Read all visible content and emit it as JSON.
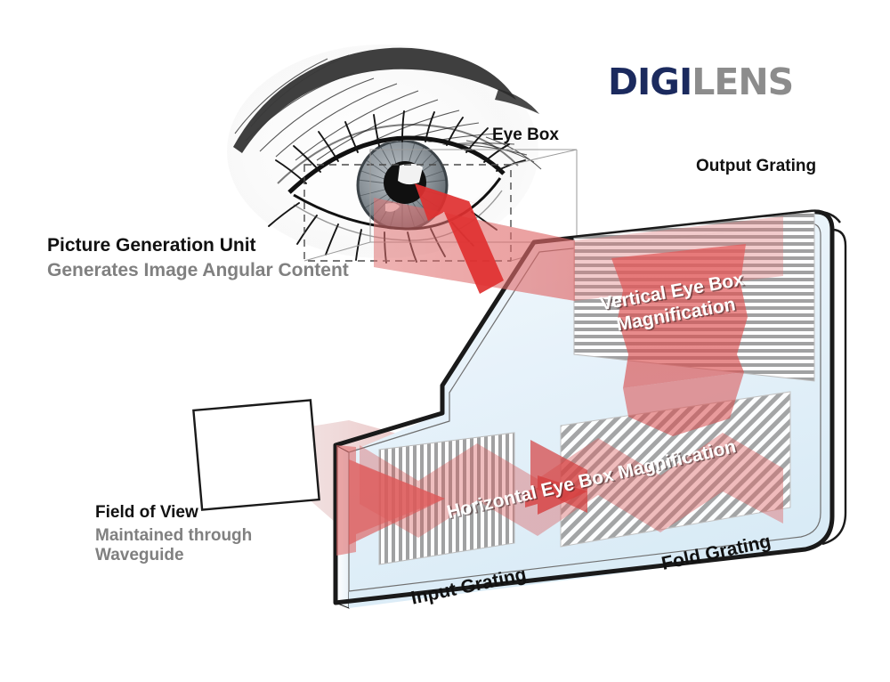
{
  "brand": {
    "logo_primary": "DIGI",
    "logo_secondary": "LENS",
    "color_primary": "#1b2a5e",
    "color_secondary": "#8c8c8c"
  },
  "labels": {
    "picture_generation_unit": "Picture Generation Unit",
    "picture_generation_unit_sub": "Generates Image Angular Content",
    "eye_box": "Eye Box",
    "output_grating": "Output Grating",
    "fold_grating": "Fold Grating",
    "input_grating": "Input Grating",
    "field_of_view": "Field of View",
    "field_of_view_sub_line1": "Maintained through",
    "field_of_view_sub_line2": "Waveguide",
    "vertical_magnification_line1": "Vertical Eye Box",
    "vertical_magnification_line2": "Magnification",
    "horizontal_magnification": "Horizontal Eye Box Magnification"
  },
  "colors": {
    "text_black": "#111111",
    "text_gray": "#808080",
    "beam_red": "#e8徐",
    "beam_red_solid": "#e23b3b",
    "beam_red_soft": "#e89a9a",
    "waveguide_fill": "#eaf4fb",
    "waveguide_outline": "#1a1a1a",
    "grating_gray": "#9a9a9a",
    "background": "#ffffff"
  },
  "gratings": {
    "output": {
      "pattern": "horizontal-lines"
    },
    "input": {
      "pattern": "vertical-lines"
    },
    "fold": {
      "pattern": "diagonal-hatch"
    }
  },
  "icons": {
    "eye": "eye-illustration",
    "arrow_to_eye": "red-arrow-up-left",
    "arrow_input": "red-arrow-right",
    "arrow_fold": "red-arrow-right"
  }
}
